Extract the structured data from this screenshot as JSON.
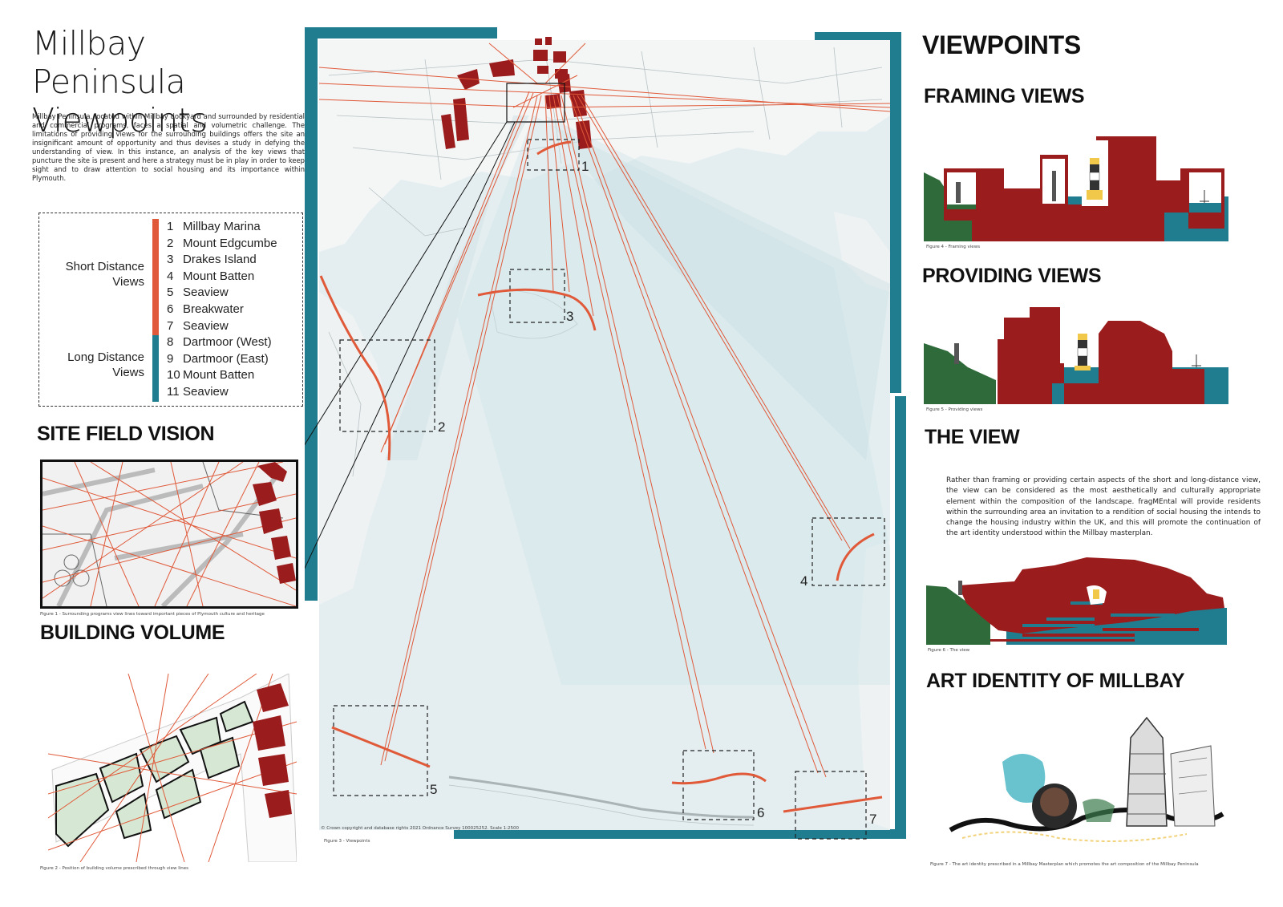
{
  "title_line1": "Millbay Peninsula",
  "title_line2": "Viewpoints",
  "intro": "Millbay Peninsula, located within Millbay dockyard and surrounded by residential and commercial programs, faces a spatial and volumetric challenge. The limitations of providing views for the surrounding buildings offers the site an insignificant amount of opportunity and thus devises a study in defying the understanding of view. In this instance, an analysis of the key views that puncture the site is present and here a strategy must be in play in order to keep sight and to draw attention to social housing and its importance within Plymouth.",
  "legend": {
    "short_group": "Short Distance Views",
    "long_group": "Long Distance Views",
    "items": [
      {
        "num": "1",
        "label": "Millbay Marina"
      },
      {
        "num": "2",
        "label": "Mount Edgcumbe"
      },
      {
        "num": "3",
        "label": "Drakes Island"
      },
      {
        "num": "4",
        "label": "Mount Batten"
      },
      {
        "num": "5",
        "label": "Seaview"
      },
      {
        "num": "6",
        "label": "Breakwater"
      },
      {
        "num": "7",
        "label": "Seaview"
      },
      {
        "num": "8",
        "label": "Dartmoor (West)"
      },
      {
        "num": "9",
        "label": "Dartmoor (East)"
      },
      {
        "num": "10",
        "label": "Mount Batten"
      },
      {
        "num": "11",
        "label": "Seaview"
      }
    ],
    "colors": {
      "short": "#e05a3a",
      "long": "#1f7d8f"
    }
  },
  "site_field_vision": "SITE FIELD VISION",
  "building_volume": "BUILDING VOLUME",
  "captions": {
    "fig1": "Figure 1 - Surrounding programs view lines toward important pieces of Plymouth culture and heritage",
    "fig2": "Figure 2 - Position of building volume prescribed through view lines",
    "fig3": "Figure 3 - Viewpoints",
    "fig4": "Figure 4 - Framing views",
    "fig5": "Figure 5 - Providing views",
    "fig6": "Figure 6 - The view",
    "fig7": "Figure 7 - The art identity prescribed in a Millbay Masterplan which promotes the art composition of the Millbay Peninsula",
    "copyright": "© Crown copyright and database rights 2021 Ordnance Survey 100025252. Scale 1:2500"
  },
  "map_labels": [
    "1",
    "2",
    "3",
    "4",
    "5",
    "6",
    "7"
  ],
  "right": {
    "heading": "VIEWPOINTS",
    "framing": "FRAMING VIEWS",
    "providing": "PROVIDING VIEWS",
    "the_view": "THE VIEW",
    "the_view_text": "Rather than framing or providing certain aspects of the short and long-distance view, the view can be considered as the most aesthetically and culturally appropriate element within the composition of the landscape. fragMEntal will provide residents within the surrounding area an invitation to a rendition of social housing the intends to change the housing industry within the UK, and this will promote the continuation of the art identity understood within the Millbay masterplan.",
    "art_identity": "ART IDENTITY OF MILLBAY"
  },
  "colors": {
    "brick": "#9b1c1c",
    "teal": "#1f7d8f",
    "green": "#2f6b3a",
    "sightline": "#e05a3a",
    "volume": "#d6e8d3"
  }
}
